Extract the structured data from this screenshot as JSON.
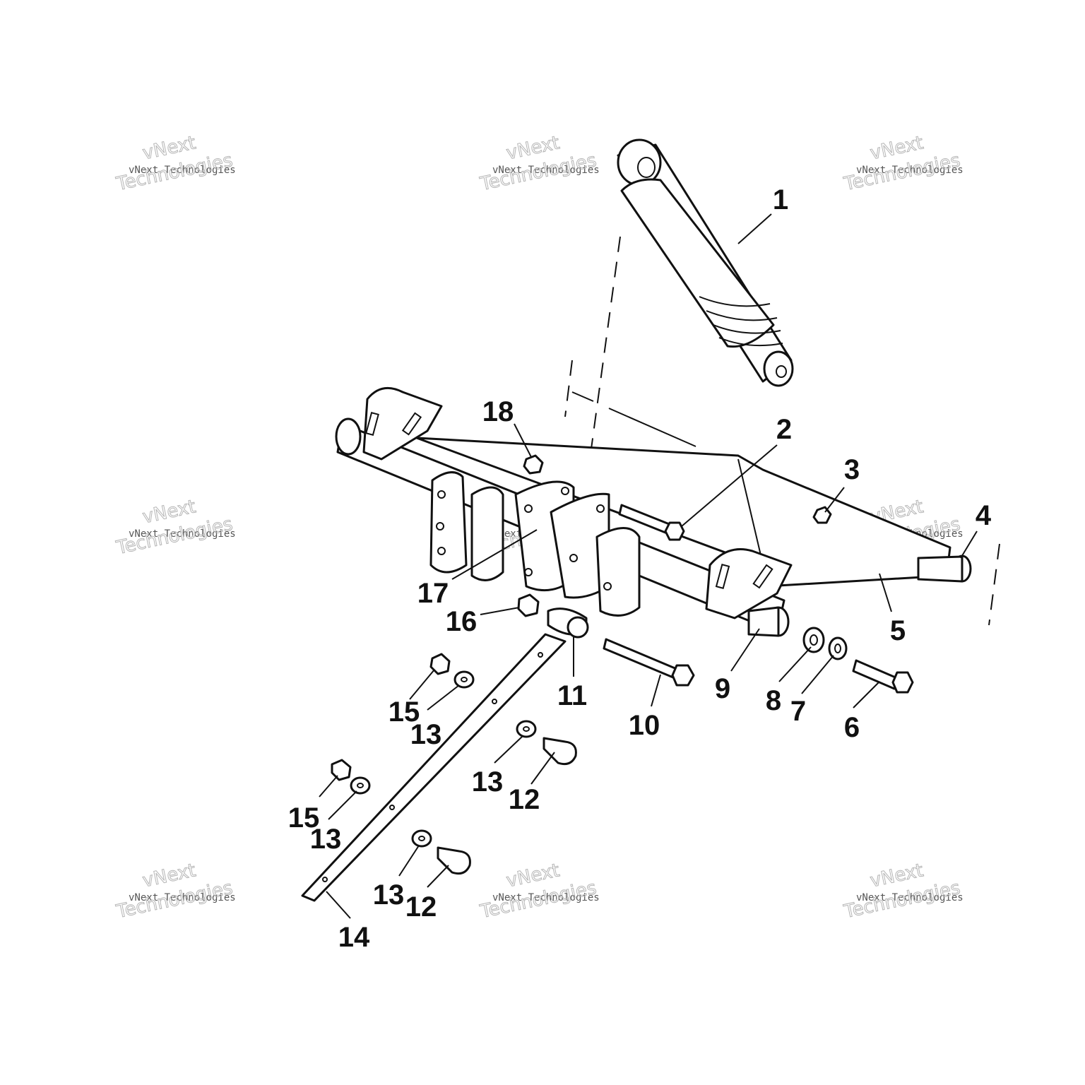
{
  "watermark": {
    "small_text": "vNext Technologies",
    "big_line1": "vNext",
    "big_line2": "Technologies"
  },
  "callouts": [
    {
      "id": "c1",
      "label": "1"
    },
    {
      "id": "c2",
      "label": "2"
    },
    {
      "id": "c3",
      "label": "3"
    },
    {
      "id": "c4",
      "label": "4"
    },
    {
      "id": "c5",
      "label": "5"
    },
    {
      "id": "c6",
      "label": "6"
    },
    {
      "id": "c7",
      "label": "7"
    },
    {
      "id": "c8",
      "label": "8"
    },
    {
      "id": "c9",
      "label": "9"
    },
    {
      "id": "c10",
      "label": "10"
    },
    {
      "id": "c11",
      "label": "11"
    },
    {
      "id": "c12a",
      "label": "12"
    },
    {
      "id": "c12b",
      "label": "12"
    },
    {
      "id": "c13a",
      "label": "13"
    },
    {
      "id": "c13b",
      "label": "13"
    },
    {
      "id": "c13c",
      "label": "13"
    },
    {
      "id": "c13d",
      "label": "13"
    },
    {
      "id": "c14",
      "label": "14"
    },
    {
      "id": "c15a",
      "label": "15"
    },
    {
      "id": "c15b",
      "label": "15"
    },
    {
      "id": "c16",
      "label": "16"
    },
    {
      "id": "c17",
      "label": "17"
    },
    {
      "id": "c18",
      "label": "18"
    }
  ]
}
